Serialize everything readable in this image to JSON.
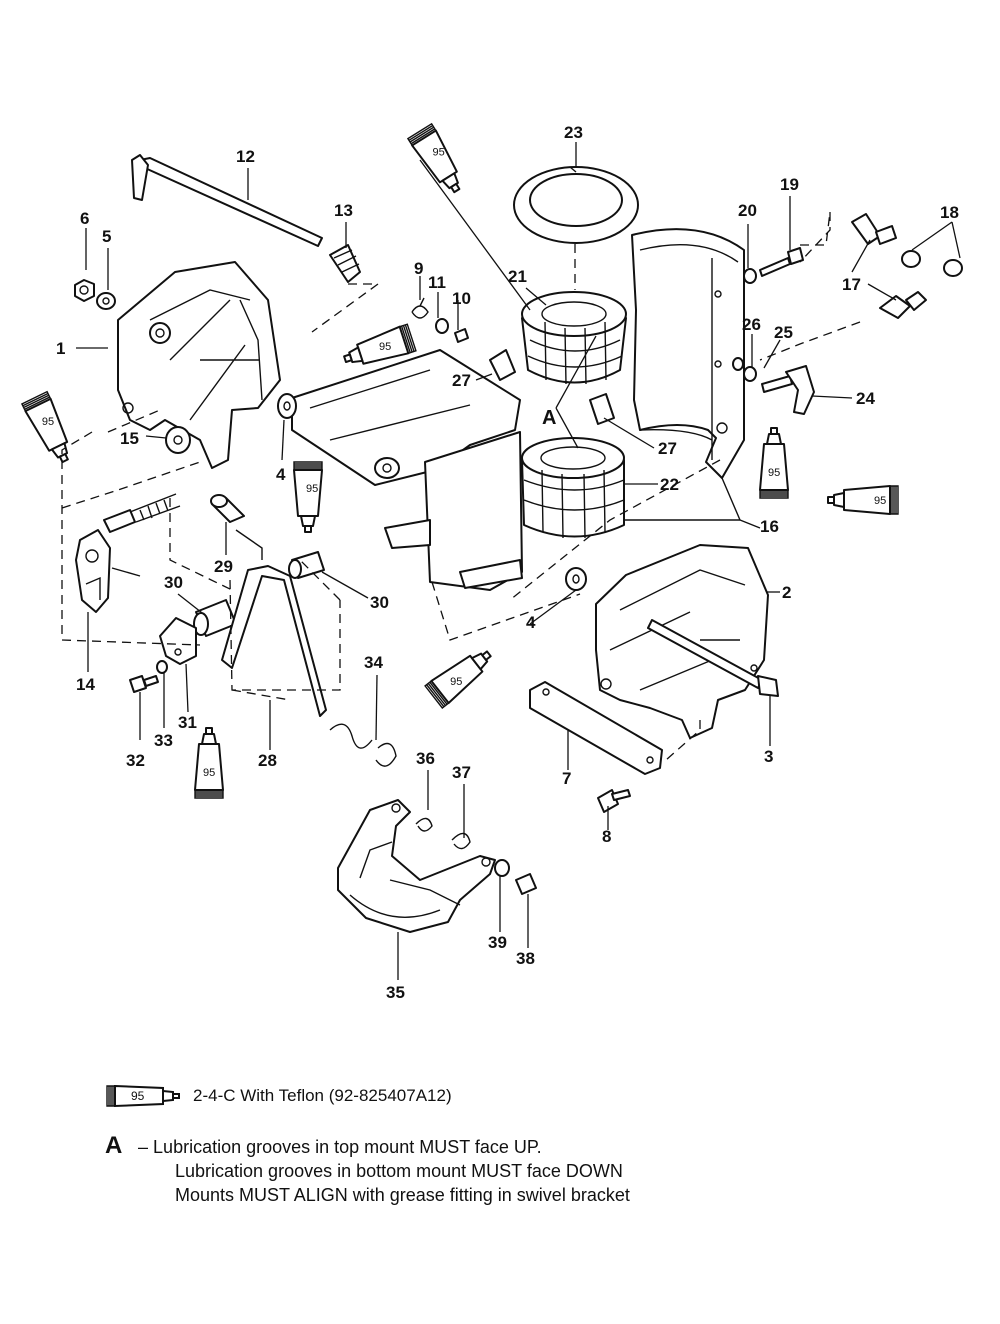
{
  "diagram": {
    "callouts": {
      "c1": "1",
      "c2": "2",
      "c3": "3",
      "c4a": "4",
      "c4b": "4",
      "c5": "5",
      "c6": "6",
      "c7": "7",
      "c8": "8",
      "c9": "9",
      "c10": "10",
      "c11": "11",
      "c12": "12",
      "c13": "13",
      "c14": "14",
      "c15": "15",
      "c16": "16",
      "c17": "17",
      "c18": "18",
      "c19": "19",
      "c20": "20",
      "c21": "21",
      "c22": "22",
      "c23": "23",
      "c24": "24",
      "c25": "25",
      "c26": "26",
      "c27a": "27",
      "c27b": "27",
      "c28": "28",
      "c29": "29",
      "c30a": "30",
      "c30b": "30",
      "c31": "31",
      "c32": "32",
      "c33": "33",
      "c34": "34",
      "c35": "35",
      "c36": "36",
      "c37": "37",
      "c38": "38",
      "c39": "39",
      "cA": "A"
    },
    "tube_label": "95",
    "line_color": "#111111"
  },
  "legend": {
    "tube_label": "95",
    "text": "2-4-C  With Teflon (92-825407A12)"
  },
  "note": {
    "key": "A",
    "dash": "–",
    "lines": [
      "Lubrication grooves in top mount MUST face UP.",
      "Lubrication grooves in bottom mount MUST face DOWN",
      "Mounts MUST ALIGN with grease fitting in swivel bracket"
    ]
  }
}
